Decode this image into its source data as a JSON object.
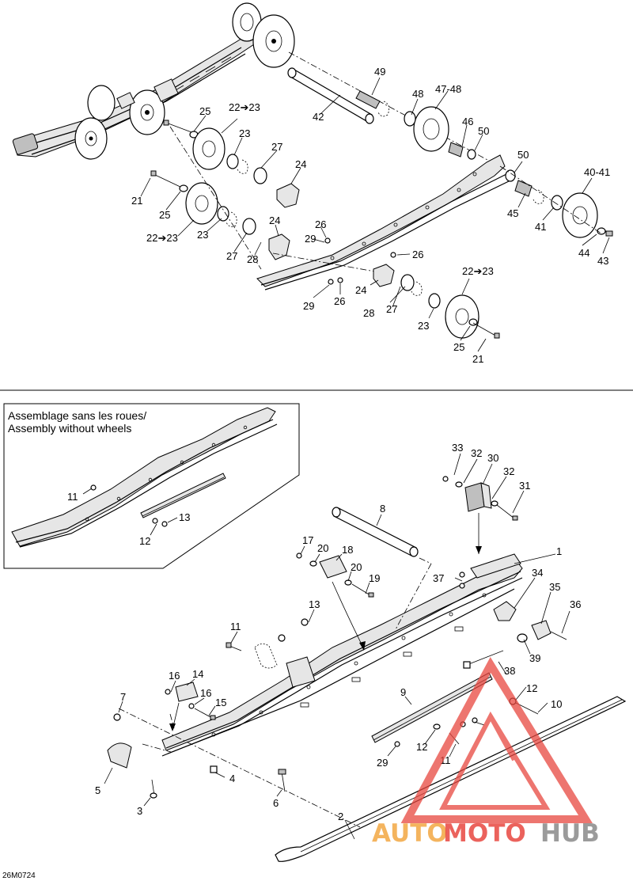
{
  "figure_code": "26M0724",
  "inset_caption": [
    "Assemblage sans les roues/",
    "Assembly without wheels"
  ],
  "callouts": {
    "c49": "49",
    "c42": "42",
    "c48": "48",
    "c4748": "47-48",
    "c46": "46",
    "c50a": "50",
    "c25a": "25",
    "c2223a": "22➔23",
    "c23a": "23",
    "c27a": "27",
    "c24a": "24",
    "c21a": "21",
    "c25b": "25",
    "c2223b": "22➔23",
    "c23b": "23",
    "c27b": "27",
    "c28a": "28",
    "c24b": "24",
    "c26a": "26",
    "c29a": "29",
    "c26b": "26",
    "c29b": "29",
    "c26c": "26",
    "c24c": "24",
    "c28b": "28",
    "c27c": "27",
    "c2223c": "22➔23",
    "c23c": "23",
    "c25c": "25",
    "c21b": "21",
    "c50b": "50",
    "c4041": "40-41",
    "c45": "45",
    "c41": "41",
    "c44": "44",
    "c43": "43",
    "c11a": "11",
    "c13a": "13",
    "c12a": "12",
    "c33": "33",
    "c32a": "32",
    "c30": "30",
    "c32b": "32",
    "c31": "31",
    "c8": "8",
    "c1": "1",
    "c17": "17",
    "c20a": "20",
    "c18": "18",
    "c20b": "20",
    "c19": "19",
    "c37": "37",
    "c34": "34",
    "c35": "35",
    "c36": "36",
    "c13b": "13",
    "c11b": "11",
    "c39": "39",
    "c16a": "16",
    "c14": "14",
    "c16b": "16",
    "c15": "15",
    "c7": "7",
    "c38": "38",
    "c12b": "12",
    "c10": "10",
    "c9": "9",
    "c12c": "12",
    "c29c": "29",
    "c11c": "11",
    "c5": "5",
    "c4": "4",
    "c3": "3",
    "c6": "6",
    "c2": "2"
  },
  "watermark": {
    "part1": "AUTO",
    "part2": "MOTO",
    "part3": "HUB"
  },
  "colors": {
    "watermark_red": "#e8473f",
    "watermark_orange": "#f2a742",
    "watermark_gray": "#8a8a8a"
  }
}
